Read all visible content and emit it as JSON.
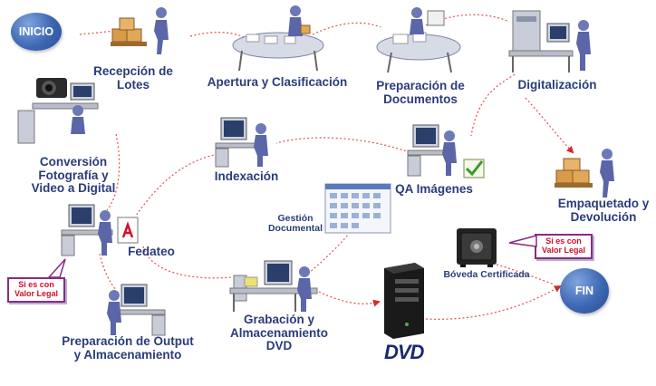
{
  "colors": {
    "label": "#2a3c7a",
    "circle": "#3d67b3",
    "arrow": "#e05050",
    "callout_border": "#8a2a82",
    "callout_text": "#d0102b"
  },
  "terminals": {
    "start": "INICIO",
    "end": "FIN"
  },
  "steps": {
    "recepcion": "Recepción de\nLotes",
    "apertura": "Apertura y Clasificación",
    "preparacion": "Preparación de\nDocumentos",
    "digitalizacion": "Digitalización",
    "conversion": "Conversión\nFotografía y\nVideo a Digital",
    "indexacion": "Indexación",
    "qa": "QA Imágenes",
    "empaquetado": "Empaquetado y\nDevolución",
    "fedateo": "Fedateo",
    "gestion": "Gestión\nDocumental",
    "boveda": "Bóveda Certificada",
    "output": "Preparación de Output\ny Almacenamiento",
    "grabacion": "Grabación y\nAlmacenamiento\nDVD"
  },
  "callouts": {
    "left": "Si es con\nValor Legal",
    "right": "Si es con\nValor Legal"
  },
  "dvd_logo": "DVD",
  "icons": {
    "recepcion": "person-with-boxes-icon",
    "apertura": "sorting-table-icon",
    "preparacion": "document-prep-table-icon",
    "digitalizacion": "scanner-station-icon",
    "conversion": "camera-workstation-icon",
    "indexacion": "computer-workstation-icon",
    "qa": "qa-workstation-icon",
    "empaquetado": "packing-boxes-icon",
    "fedateo": "notary-workstation-icon",
    "gestion": "document-management-screen-icon",
    "boveda": "safe-icon",
    "output": "output-workstation-icon",
    "grabacion": "dvd-burning-desk-icon",
    "tower": "dvd-tower-server-icon"
  }
}
